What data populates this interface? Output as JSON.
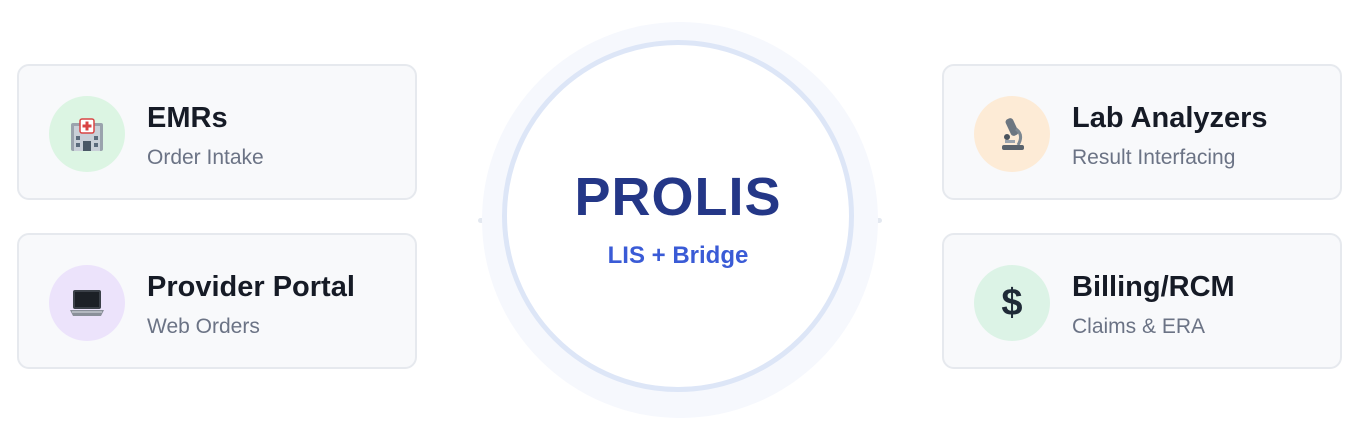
{
  "hub": {
    "title": "PROLIS",
    "subtitle": "LIS + Bridge"
  },
  "cards": [
    {
      "id": "emrs",
      "title": "EMRs",
      "subtitle": "Order Intake",
      "icon": "hospital-icon",
      "icon_bg": "#dcf5e3"
    },
    {
      "id": "provider-portal",
      "title": "Provider Portal",
      "subtitle": "Web Orders",
      "icon": "laptop-icon",
      "icon_bg": "#ece3fb"
    },
    {
      "id": "lab-analyzers",
      "title": "Lab Analyzers",
      "subtitle": "Result Interfacing",
      "icon": "microscope-icon",
      "icon_bg": "#fdebd6"
    },
    {
      "id": "billing-rcm",
      "title": "Billing/RCM",
      "subtitle": "Claims & ERA",
      "icon": "dollar-icon",
      "icon_glyph": "$",
      "icon_bg": "#dcf3e6"
    }
  ],
  "colors": {
    "hub_title": "#243787",
    "hub_subtitle": "#3a5bd6",
    "hub_ring": "#dde6f7",
    "card_bg": "#f8f9fb",
    "card_border": "#e6e9ee"
  }
}
